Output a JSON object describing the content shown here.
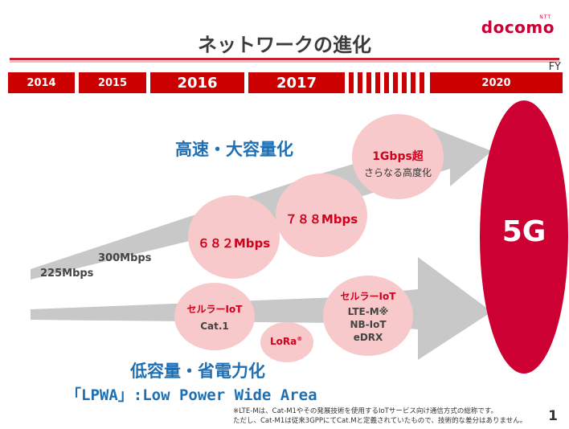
{
  "header": {
    "title": "ネットワークの進化",
    "logo_ntt": "NTT",
    "logo_brand": "docomo",
    "fy_label": "FY"
  },
  "timeline": {
    "years": [
      "2014",
      "2015",
      "2016",
      "2017",
      "2020"
    ]
  },
  "upper_track": {
    "heading": "高速・大容量化",
    "speed_start": "225Mbps",
    "speed_next": "300Mbps",
    "bubble_1": "６８２Mbps",
    "bubble_2": "７８８Mbps",
    "bubble_3_line1": "1Gbps超",
    "bubble_3_line2": "さらなる高度化"
  },
  "goal": {
    "label": "5G"
  },
  "lower_track": {
    "bubble_a_line1": "セルラーIoT",
    "bubble_a_line2": "Cat.1",
    "bubble_lora": "LoRa",
    "bubble_lora_mark": "®",
    "bubble_b_line1": "セルラーIoT",
    "bubble_b_line2": "LTE-M※",
    "bubble_b_line3": "NB-IoT",
    "bubble_b_line4": "eDRX",
    "heading": "低容量・省電力化",
    "subheading": "「LPWA」:Low Power Wide Area"
  },
  "footer": {
    "note_line1": "※LTE-Mは、Cat-M1やその発展技術を使用するIoTサービス向け通信方式の総称です。",
    "note_line2": "ただし、Cat-M1は従来3GPPにてCat.Mと定義されていたもので、技術的な差分はありません。",
    "page_number": "1"
  },
  "colors": {
    "brand_red": "#cc0033",
    "timeline_red": "#cc0000",
    "bubble_pink": "#f7c9ca",
    "arrow_gray": "#c8c8c8",
    "heading_blue": "#1f6fb2"
  }
}
